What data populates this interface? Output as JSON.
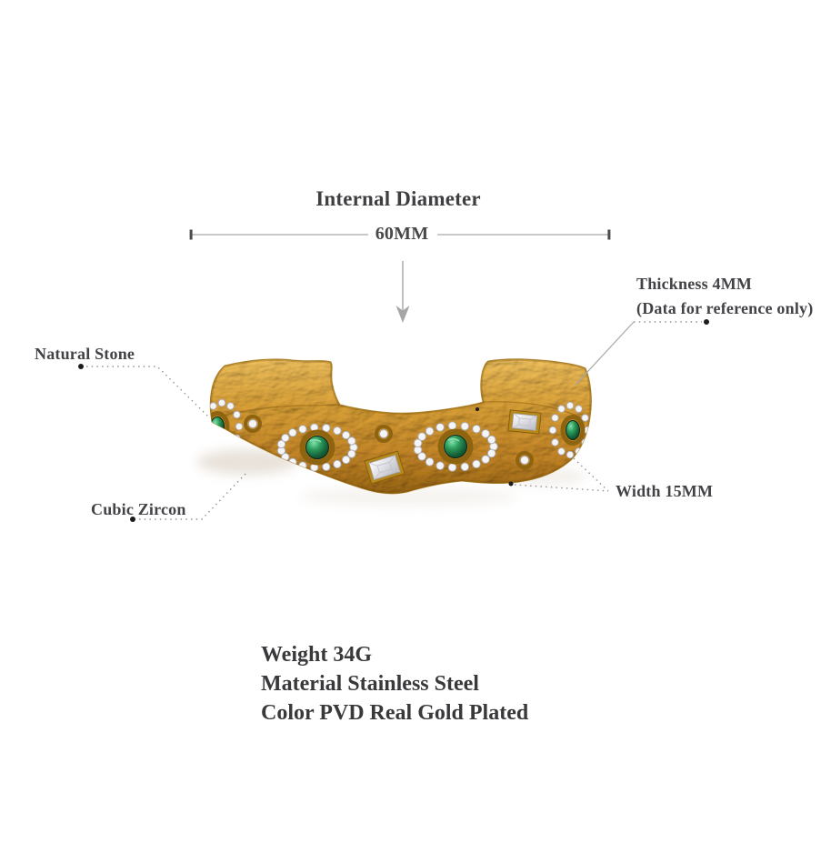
{
  "diagram": {
    "title": "Internal Diameter",
    "diameter_value": "60MM",
    "annotations": {
      "thickness_line1": "Thickness 4MM",
      "thickness_line2": "(Data for reference only)",
      "natural_stone": "Natural Stone",
      "cubic_zircon": "Cubic Zircon",
      "width": "Width 15MM"
    }
  },
  "specs": {
    "lines": [
      "Weight 34G",
      "Material Stainless Steel",
      "Color PVD Real Gold Plated"
    ]
  },
  "colors": {
    "text": "#3f3e41",
    "leader_line": "#949494",
    "leader_dot": "#1c1c1c",
    "gold": "#d49a33",
    "stone_green": "#1f7a46",
    "crystal_white": "#f5f5f7"
  }
}
